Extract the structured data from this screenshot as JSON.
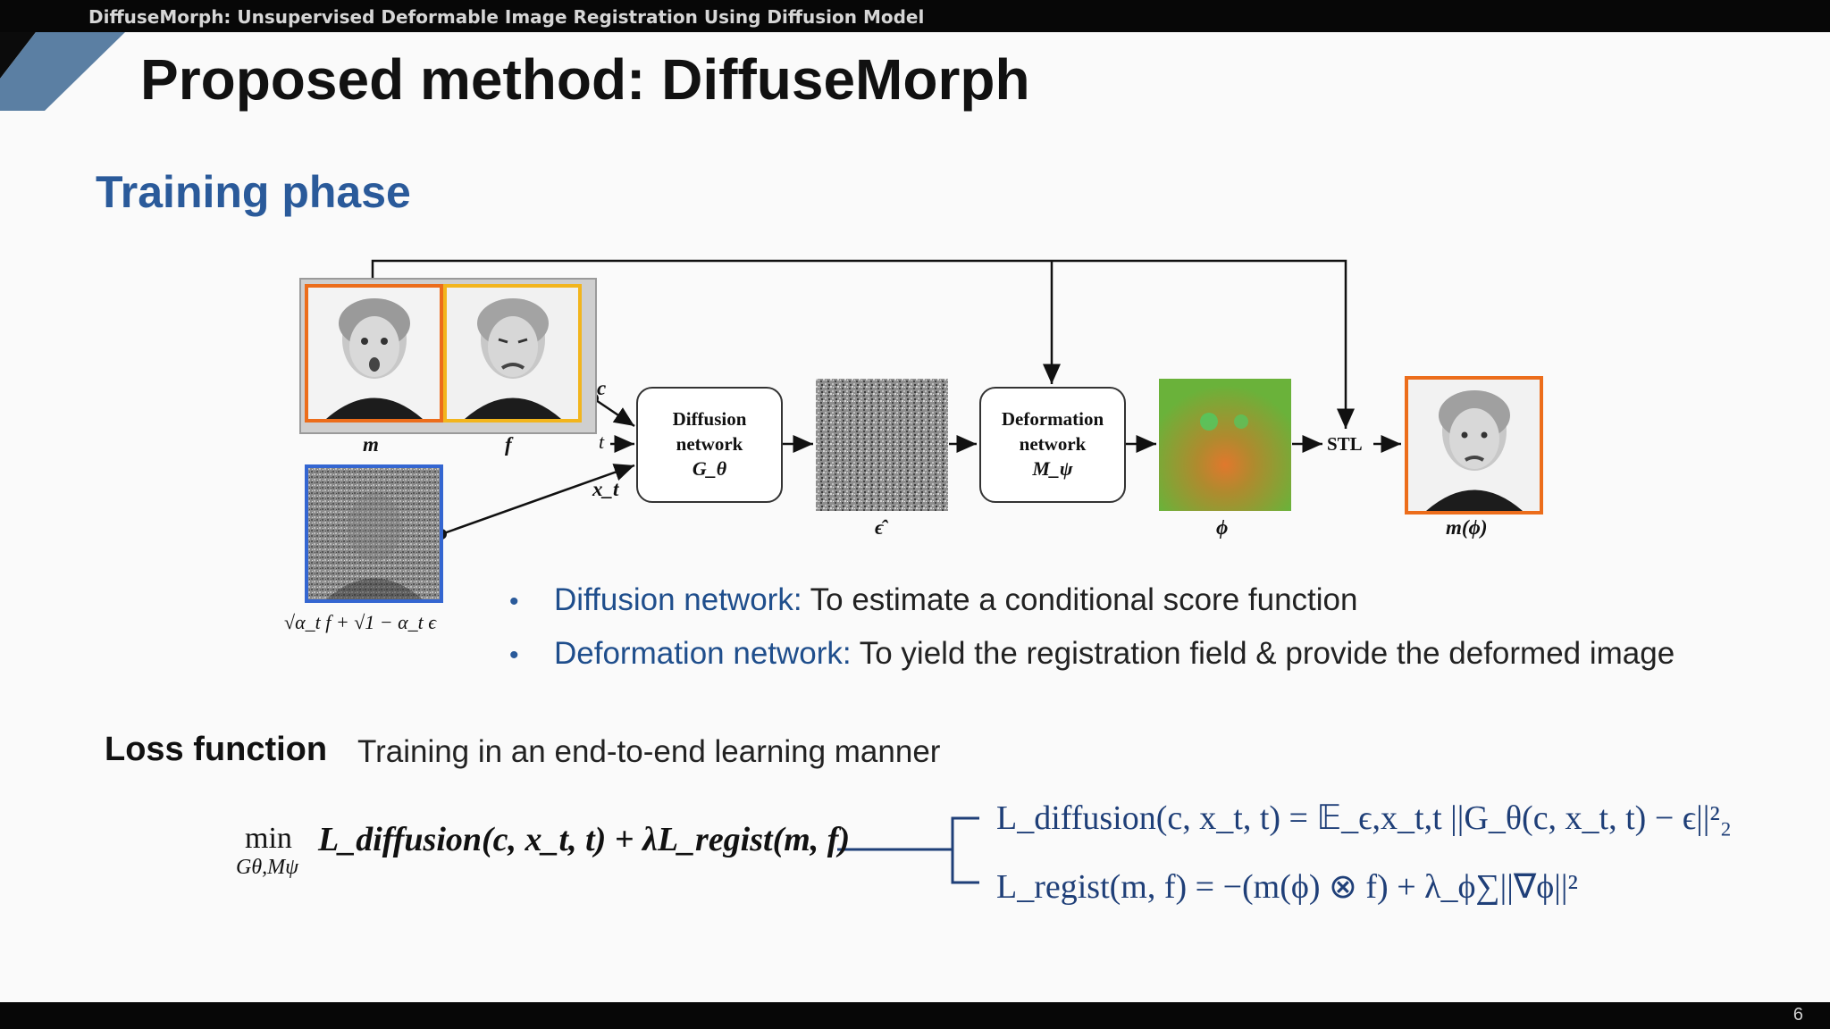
{
  "header": {
    "paper_title": "DiffuseMorph: Unsupervised Deformable Image Registration Using Diffusion Model"
  },
  "slide": {
    "title": "Proposed method: DiffuseMorph",
    "section": "Training phase",
    "page_number": "6"
  },
  "colors": {
    "accent_blue": "#2a5a9a",
    "moving_border": "#ec6d1b",
    "fixed_border": "#f2b51d",
    "noisy_border": "#3466d1",
    "dark_bar": "#070707"
  },
  "diagram": {
    "labels": {
      "moving": "m",
      "fixed": "f",
      "noisy_formula": "√α_t f + √1 − α_t ϵ",
      "c": "c",
      "t": "t",
      "xt": "x_t",
      "eps_hat": "ϵ̂",
      "phi": "ϕ",
      "stl": "STL",
      "output": "m(ϕ)"
    },
    "diffusion_network": {
      "line1": "Diffusion",
      "line2": "network",
      "symbol": "G_θ"
    },
    "deformation_network": {
      "line1": "Deformation",
      "line2": "network",
      "symbol": "M_ψ"
    }
  },
  "bullets": [
    {
      "term": "Diffusion network:",
      "text": " To estimate a conditional score function"
    },
    {
      "term": "Deformation network:",
      "text": " To yield the registration field & provide the deformed image"
    }
  ],
  "loss": {
    "heading": "Loss function",
    "subtitle": "Training in an end-to-end learning manner",
    "objective_min": "min",
    "objective_sub": "Gθ,Mψ",
    "objective_rhs": "L_diffusion(c, x_t, t) + λL_regist(m, f)",
    "diffusion_eq": "L_diffusion(c, x_t, t) = 𝔼_ϵ,x_t,t ||G_θ(c, x_t, t) − ϵ||²₂",
    "regist_eq": "L_regist(m, f) = −(m(ϕ) ⊗ f) + λ_ϕ∑||∇ϕ||²"
  }
}
